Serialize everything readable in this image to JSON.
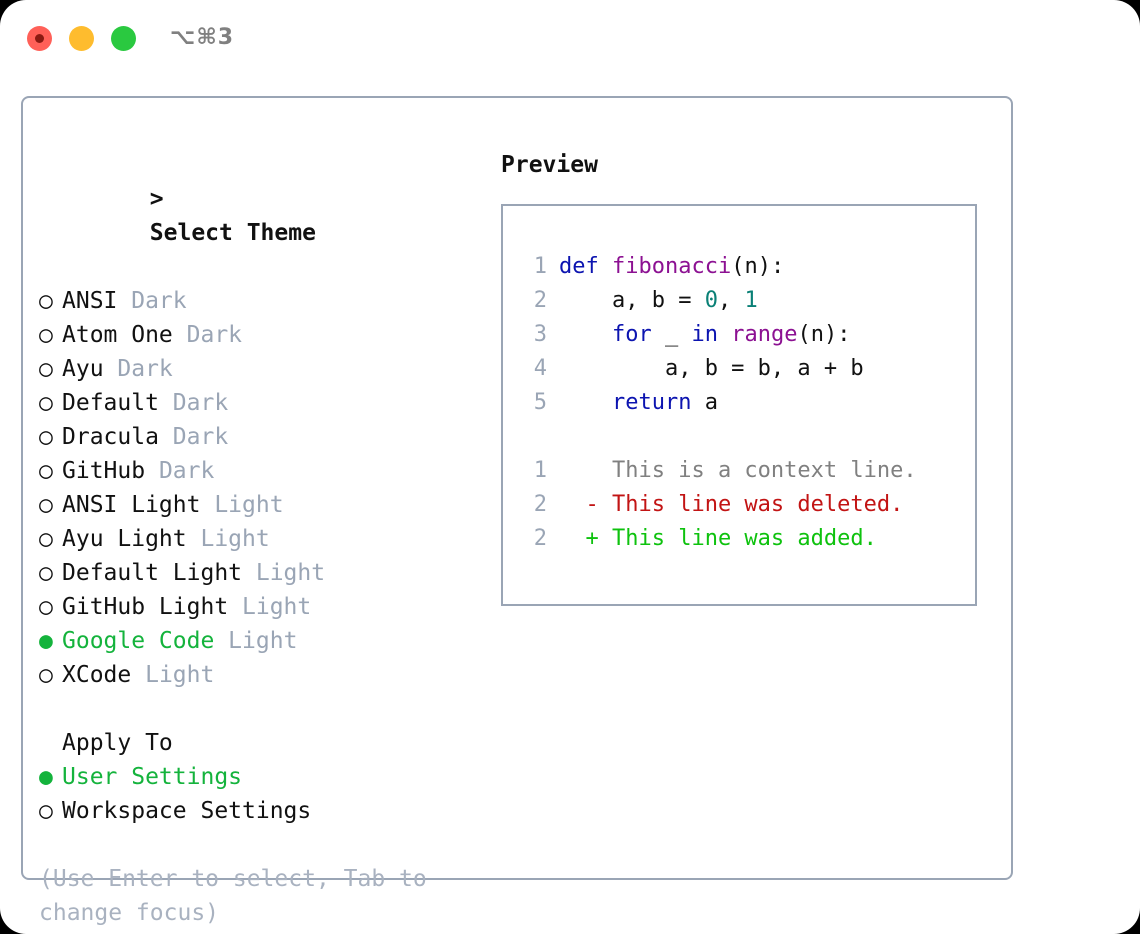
{
  "window": {
    "shortcut": "⌥⌘3",
    "traffic_lights": [
      "close-red",
      "minimize-yellow",
      "maximize-green"
    ],
    "accent_green": "#14b33c",
    "muted_gray": "#9aa5b5",
    "border_color": "#9aa5b5"
  },
  "theme_picker": {
    "prompt_arrow": ">",
    "title": "Select Theme",
    "bullet_off": "○",
    "bullet_on": "●",
    "items": [
      {
        "name": "ANSI",
        "tag": "Dark",
        "selected": false
      },
      {
        "name": "Atom One",
        "tag": "Dark",
        "selected": false
      },
      {
        "name": "Ayu",
        "tag": "Dark",
        "selected": false
      },
      {
        "name": "Default",
        "tag": "Dark",
        "selected": false
      },
      {
        "name": "Dracula",
        "tag": "Dark",
        "selected": false
      },
      {
        "name": "GitHub",
        "tag": "Dark",
        "selected": false
      },
      {
        "name": "ANSI Light",
        "tag": "Light",
        "selected": false
      },
      {
        "name": "Ayu Light",
        "tag": "Light",
        "selected": false
      },
      {
        "name": "Default Light",
        "tag": "Light",
        "selected": false
      },
      {
        "name": "GitHub Light",
        "tag": "Light",
        "selected": false
      },
      {
        "name": "Google Code",
        "tag": "Light",
        "selected": true
      },
      {
        "name": "XCode",
        "tag": "Light",
        "selected": false
      }
    ]
  },
  "apply_to": {
    "title": "Apply To",
    "items": [
      {
        "name": "User Settings",
        "selected": true
      },
      {
        "name": "Workspace Settings",
        "selected": false
      }
    ]
  },
  "hint": "(Use Enter to select, Tab to change focus)",
  "preview": {
    "title": "Preview",
    "code_lines": [
      {
        "number": "1",
        "tokens": [
          {
            "text": "def ",
            "cls": "tok-kw"
          },
          {
            "text": "fibonacci",
            "cls": "tok-fn"
          },
          {
            "text": "(n):",
            "cls": "tok-pl"
          }
        ]
      },
      {
        "number": "2",
        "tokens": [
          {
            "text": "    a, b = ",
            "cls": "tok-pl"
          },
          {
            "text": "0",
            "cls": "tok-num"
          },
          {
            "text": ", ",
            "cls": "tok-pl"
          },
          {
            "text": "1",
            "cls": "tok-num"
          }
        ]
      },
      {
        "number": "3",
        "tokens": [
          {
            "text": "    for",
            "cls": "tok-kw"
          },
          {
            "text": " _ ",
            "cls": "tok-pl"
          },
          {
            "text": "in",
            "cls": "tok-kw"
          },
          {
            "text": " ",
            "cls": "tok-pl"
          },
          {
            "text": "range",
            "cls": "tok-fn"
          },
          {
            "text": "(n):",
            "cls": "tok-pl"
          }
        ]
      },
      {
        "number": "4",
        "tokens": [
          {
            "text": "        a, b = b, a + b",
            "cls": "tok-pl"
          }
        ]
      },
      {
        "number": "5",
        "tokens": [
          {
            "text": "    return",
            "cls": "tok-kw"
          },
          {
            "text": " a",
            "cls": "tok-pl"
          }
        ]
      }
    ],
    "diff_lines": [
      {
        "number": "1",
        "marker": "  ",
        "text": "This is a context line.",
        "kind": "diff-ctx"
      },
      {
        "number": "2",
        "marker": "- ",
        "text": "This line was deleted.",
        "kind": "diff-del"
      },
      {
        "number": "2",
        "marker": "+ ",
        "text": "This line was added.",
        "kind": "diff-add"
      }
    ],
    "syntax_colors": {
      "keyword": "#0c14b0",
      "function": "#8c1192",
      "number": "#0a8076",
      "plain": "#111111",
      "line_number": "#9aa5b5",
      "diff_context": "#808080",
      "diff_deleted": "#c21414",
      "diff_added": "#0ec20e"
    }
  }
}
